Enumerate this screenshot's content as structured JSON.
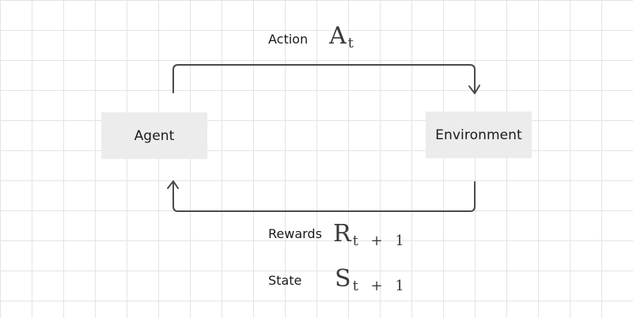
{
  "nodes": {
    "agent": "Agent",
    "environment": "Environment"
  },
  "labels": {
    "action": "Action",
    "rewards": "Rewards",
    "state": "State"
  },
  "symbols": {
    "action": {
      "letter": "A",
      "subscript": "t"
    },
    "reward": {
      "letter": "R",
      "subscript": "t + 1"
    },
    "state": {
      "letter": "S",
      "subscript": "t + 1"
    }
  },
  "colors": {
    "node_fill": "#ececec",
    "grid_line": "#e4e4e4",
    "stroke": "#4a4a4a"
  }
}
